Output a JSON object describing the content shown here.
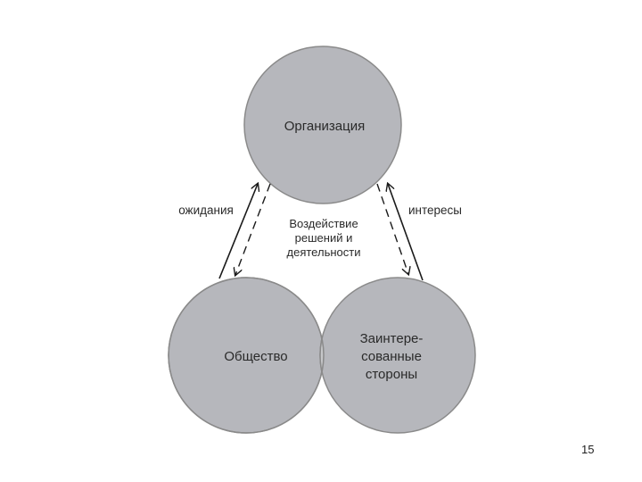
{
  "colors": {
    "circle_fill": "#b6b7bc",
    "circle_stroke": "#8a8a8a",
    "overlap_fill": "#c6c7c9",
    "arrow_stroke": "#1a1a1a"
  },
  "circles": {
    "organization": "Организация",
    "society": "Общество",
    "stakeholders": [
      "Заинтере-",
      "сованные",
      "стороны"
    ]
  },
  "arrows": {
    "left_label": "ожидания",
    "right_label": "интересы",
    "center_label": [
      "Воздействие",
      "решений и",
      "деятельности"
    ]
  },
  "page_number": "15"
}
